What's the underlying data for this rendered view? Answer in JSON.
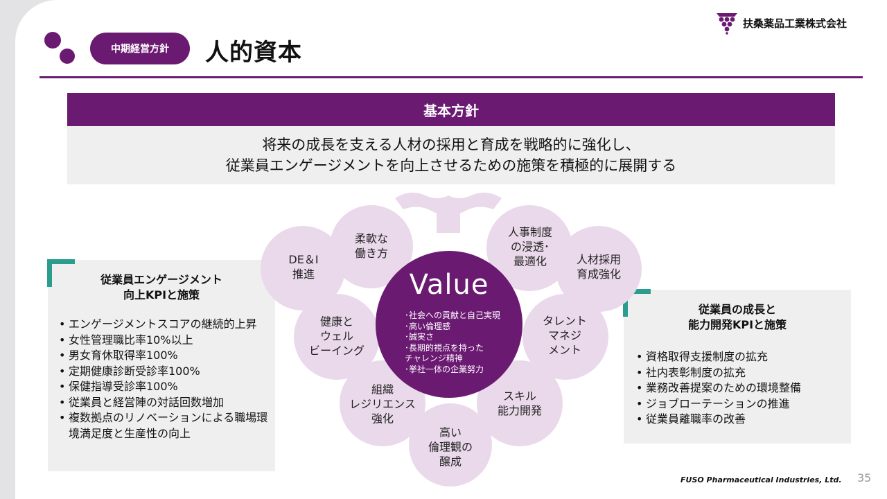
{
  "header": {
    "section_label": "中期経営方針",
    "title": "人的資本",
    "company_name": "扶桑薬品工業株式会社"
  },
  "basic_policy": {
    "heading": "基本方針",
    "lines": [
      "将来の成長を支える人材の採用と育成を戦略的に強化し、",
      "従業員エンゲージメントを向上させるための施策を積極的に展開する"
    ]
  },
  "left_panel": {
    "title_lines": [
      "従業員エンゲージメント",
      "向上KPIと施策"
    ],
    "items": [
      "エンゲージメントスコアの継続的上昇",
      "女性管理職比率10%以上",
      "男女育休取得率100%",
      "定期健康診断受診率100%",
      "保健指導受診率100%",
      "従業員と経営陣の対話回数増加",
      "複数拠点のリノベーションによる職場環境満足度と生産性の向上"
    ]
  },
  "right_panel": {
    "title_lines": [
      "従業員の成長と",
      "能力開発KPIと施策"
    ],
    "items": [
      "資格取得支援制度の拡充",
      "社内表彰制度の拡充",
      "業務改善提案のための環境整備",
      "ジョブローテーションの推進",
      "従業員離職率の改善"
    ]
  },
  "value_diagram": {
    "center_title": "Value",
    "center_items": "･社会への貢献と自己実現\n･高い倫理感\n･誠実さ\n･長期的視点を持った\n  チャレンジ精神\n･挙社一体の企業努力",
    "petals": [
      "DE＆I\n推進",
      "柔軟な\n働き方",
      "人事制度\nの浸透･\n最適化",
      "人材採用\n育成強化",
      "タレント\nマネジ\nメント",
      "スキル\n能力開発",
      "高い\n倫理観の\n醸成",
      "組織\nレジリエンス\n強化",
      "健康と\nウェル\nビーイング"
    ]
  },
  "footer": {
    "brand": "FUSO Pharmaceutical Industries, Ltd.",
    "page_number": "35"
  },
  "colors": {
    "brand_purple": "#6b1a72",
    "petal_fill": "#ead9ea",
    "accent_teal": "#2a9d8f",
    "panel_gray": "#efefef"
  }
}
